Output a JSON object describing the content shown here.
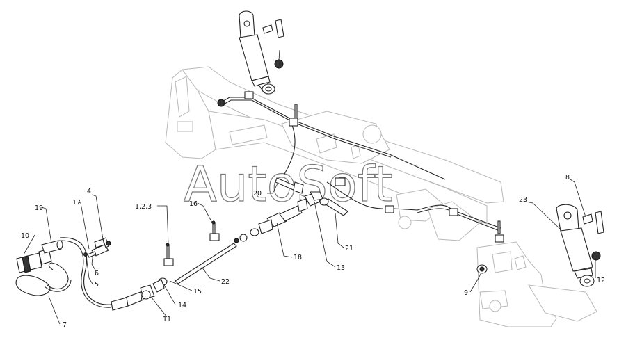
{
  "watermark": "AutoSoft",
  "callouts": [
    {
      "id": "c1",
      "text": "1,2,3"
    },
    {
      "id": "c4",
      "text": "4"
    },
    {
      "id": "c5",
      "text": "5"
    },
    {
      "id": "c6",
      "text": "6"
    },
    {
      "id": "c7",
      "text": "7"
    },
    {
      "id": "c8",
      "text": "8"
    },
    {
      "id": "c9",
      "text": "9"
    },
    {
      "id": "c10",
      "text": "10"
    },
    {
      "id": "c11",
      "text": "11"
    },
    {
      "id": "c12",
      "text": "12"
    },
    {
      "id": "c13",
      "text": "13"
    },
    {
      "id": "c14",
      "text": "14"
    },
    {
      "id": "c15",
      "text": "15"
    },
    {
      "id": "c16",
      "text": "16"
    },
    {
      "id": "c17",
      "text": "17"
    },
    {
      "id": "c18",
      "text": "18"
    },
    {
      "id": "c19",
      "text": "19"
    },
    {
      "id": "c20",
      "text": "20"
    },
    {
      "id": "c21",
      "text": "21"
    },
    {
      "id": "c22",
      "text": "22"
    },
    {
      "id": "c23",
      "text": "23"
    }
  ]
}
